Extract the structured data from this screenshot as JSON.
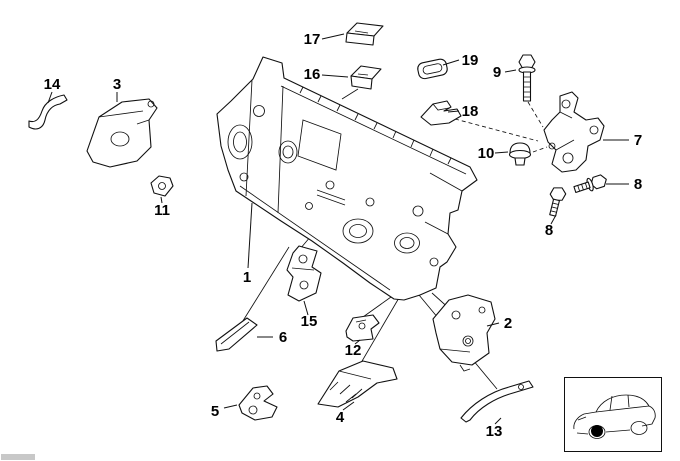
{
  "diagram": {
    "description_labels": {
      "note": "exploded parts diagram callout numbers"
    },
    "part_labels": [
      {
        "num": "17"
      },
      {
        "num": "16"
      },
      {
        "num": "19"
      },
      {
        "num": "9"
      },
      {
        "num": "18"
      },
      {
        "num": "14"
      },
      {
        "num": "3"
      },
      {
        "num": "7"
      },
      {
        "num": "10"
      },
      {
        "num": "8"
      },
      {
        "num": "8"
      },
      {
        "num": "11"
      },
      {
        "num": "1"
      },
      {
        "num": "15"
      },
      {
        "num": "12"
      },
      {
        "num": "2"
      },
      {
        "num": "6"
      },
      {
        "num": "5"
      },
      {
        "num": "4"
      },
      {
        "num": "13"
      }
    ],
    "colors": {
      "line": "#111111",
      "background": "#ffffff"
    }
  }
}
